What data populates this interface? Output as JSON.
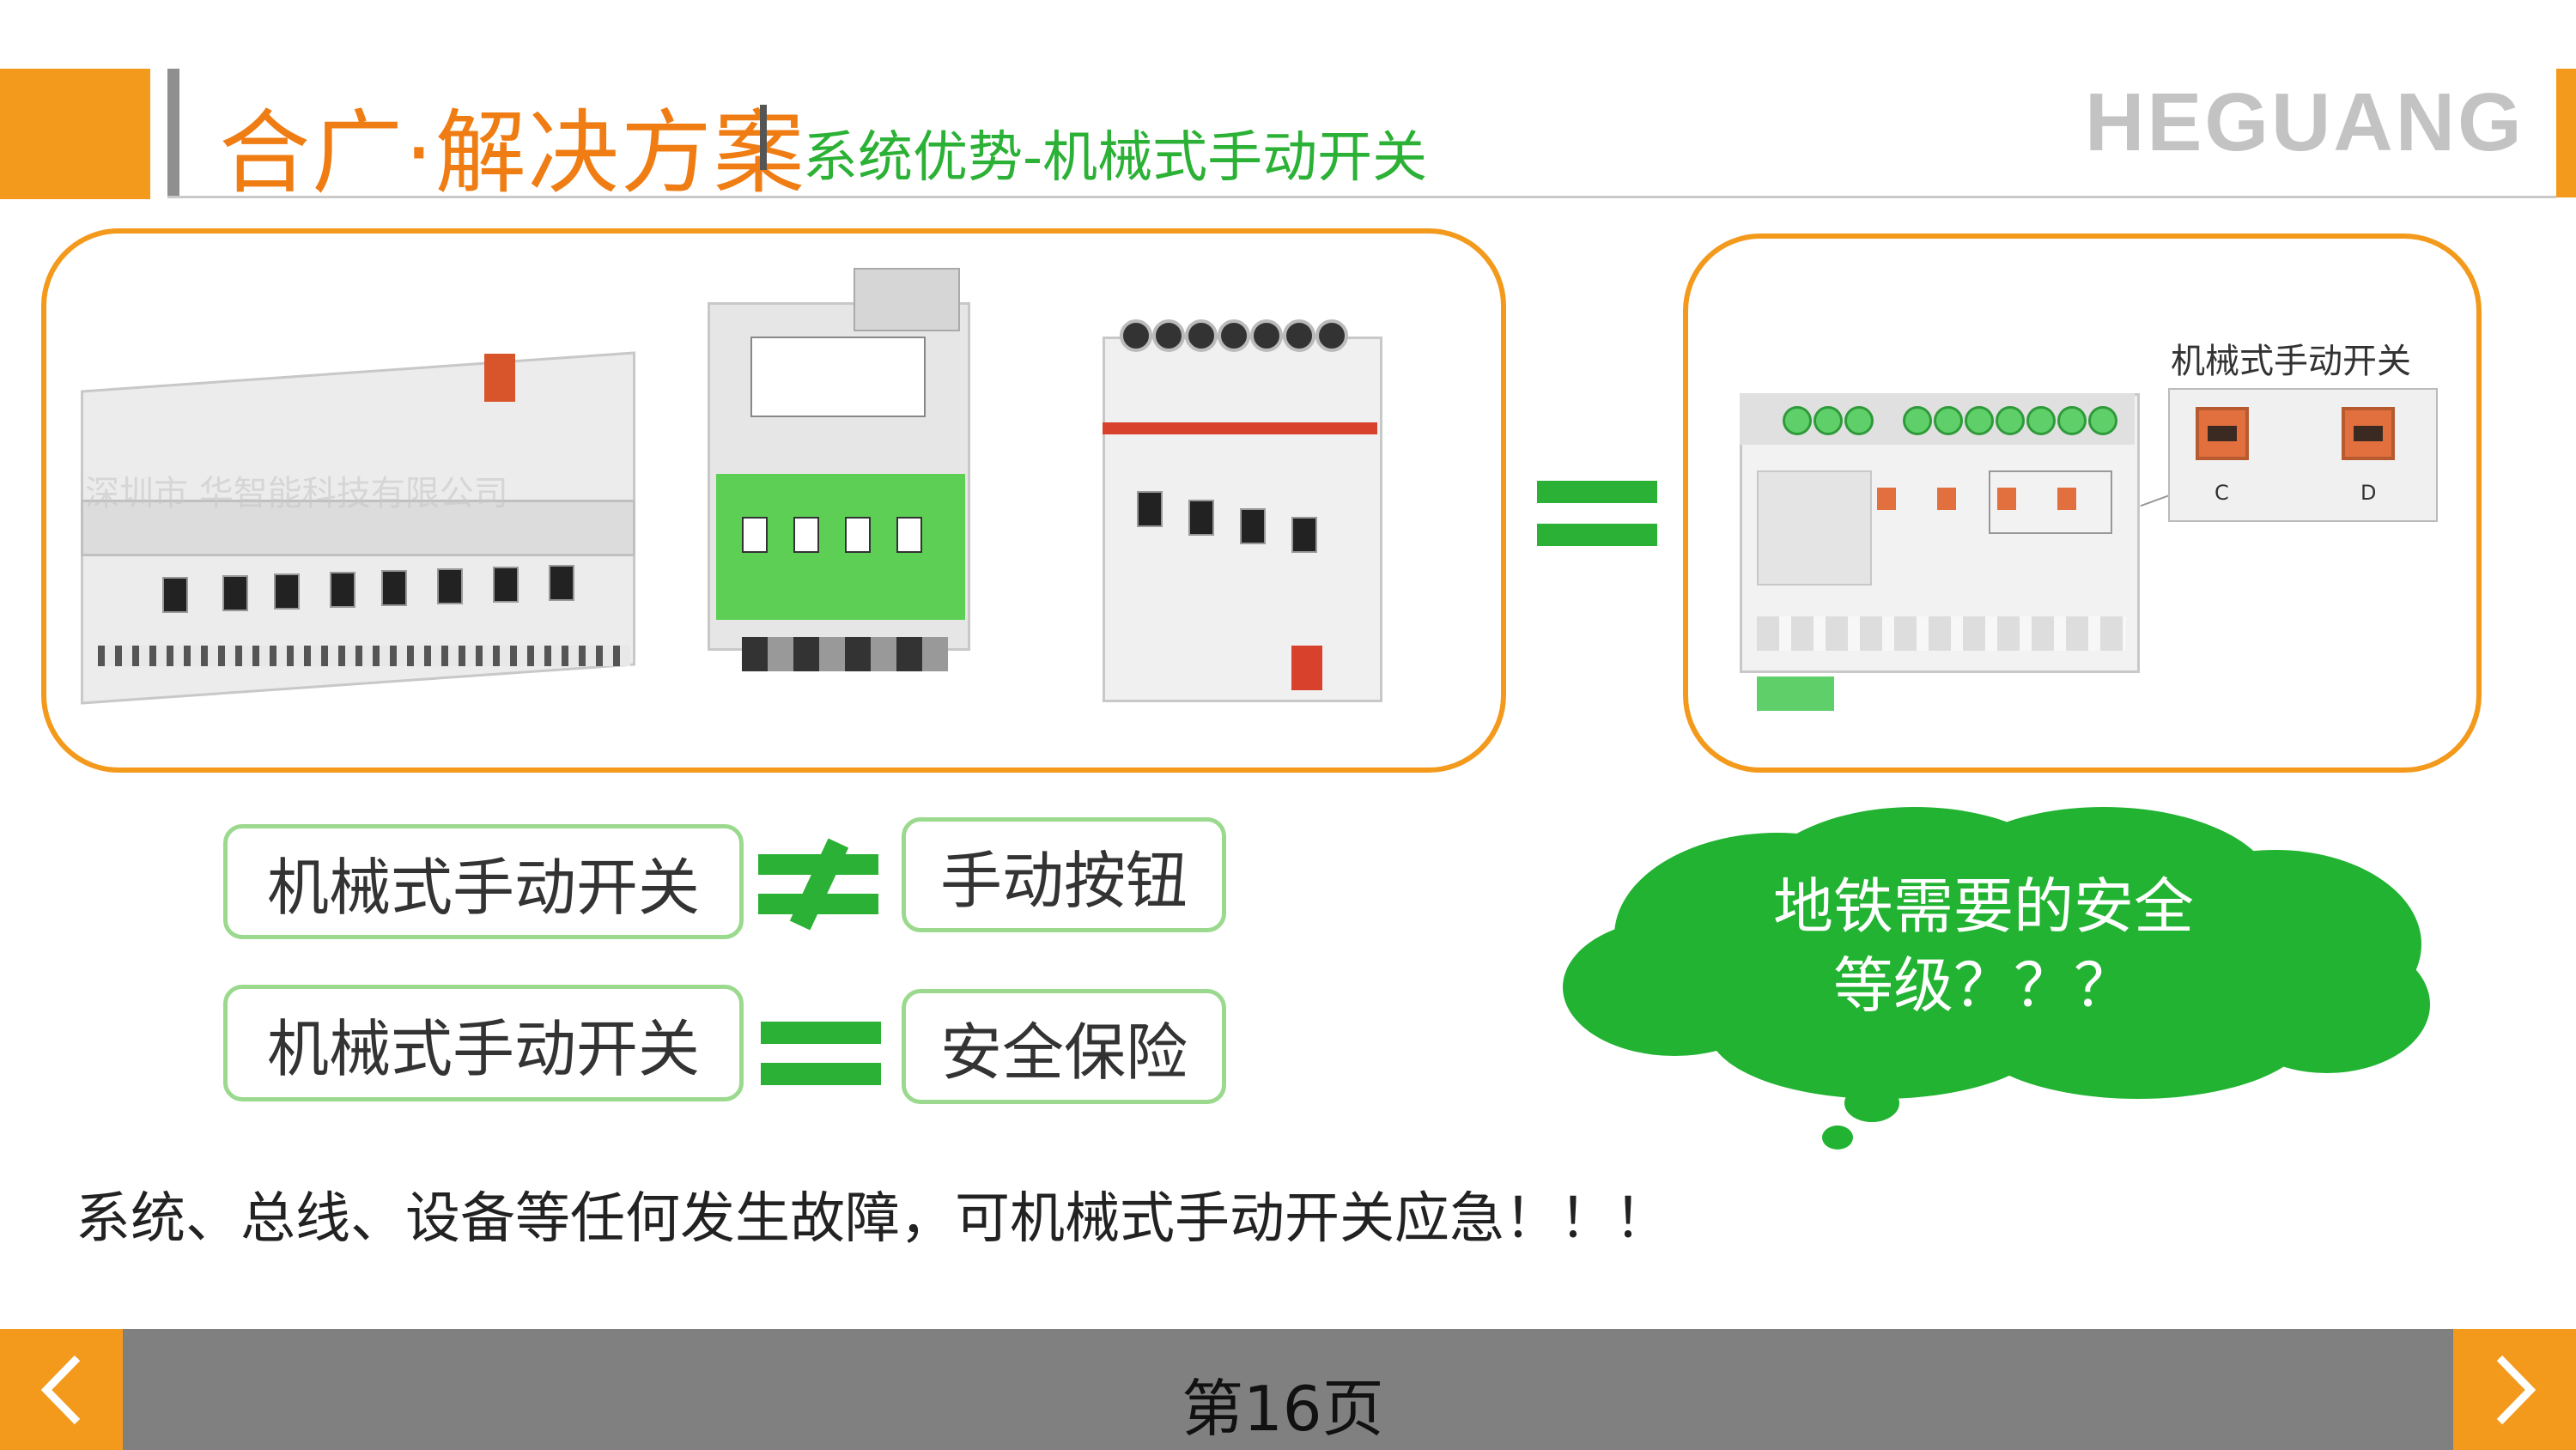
{
  "header": {
    "title": "合广·解决方案",
    "subtitle": "系统优势-机械式手动开关",
    "brand": "HEGUANG"
  },
  "products": {
    "watermark": "深圳市 华智能科技有限公司",
    "inset_label": "机械式手动开关",
    "inset_switches": [
      "C",
      "D"
    ]
  },
  "comparisons": [
    {
      "left": "机械式手动开关",
      "relation": "≠",
      "right": "手动按钮"
    },
    {
      "left": "机械式手动开关",
      "relation": "=",
      "right": "安全保险"
    }
  ],
  "callout": {
    "line1": "地铁需要的安全",
    "line2": "等级？？？"
  },
  "notice": "系统、总线、设备等任何发生故障，可机械式手动开关应急！！！",
  "footer": {
    "page_label": "第16页",
    "prev_icon": "chevron-left-icon",
    "next_icon": "chevron-right-icon"
  },
  "colors": {
    "accent_orange": "#f39a1d",
    "title_orange": "#ef7d14",
    "accent_green": "#2bb135",
    "footer_gray": "#808080"
  }
}
